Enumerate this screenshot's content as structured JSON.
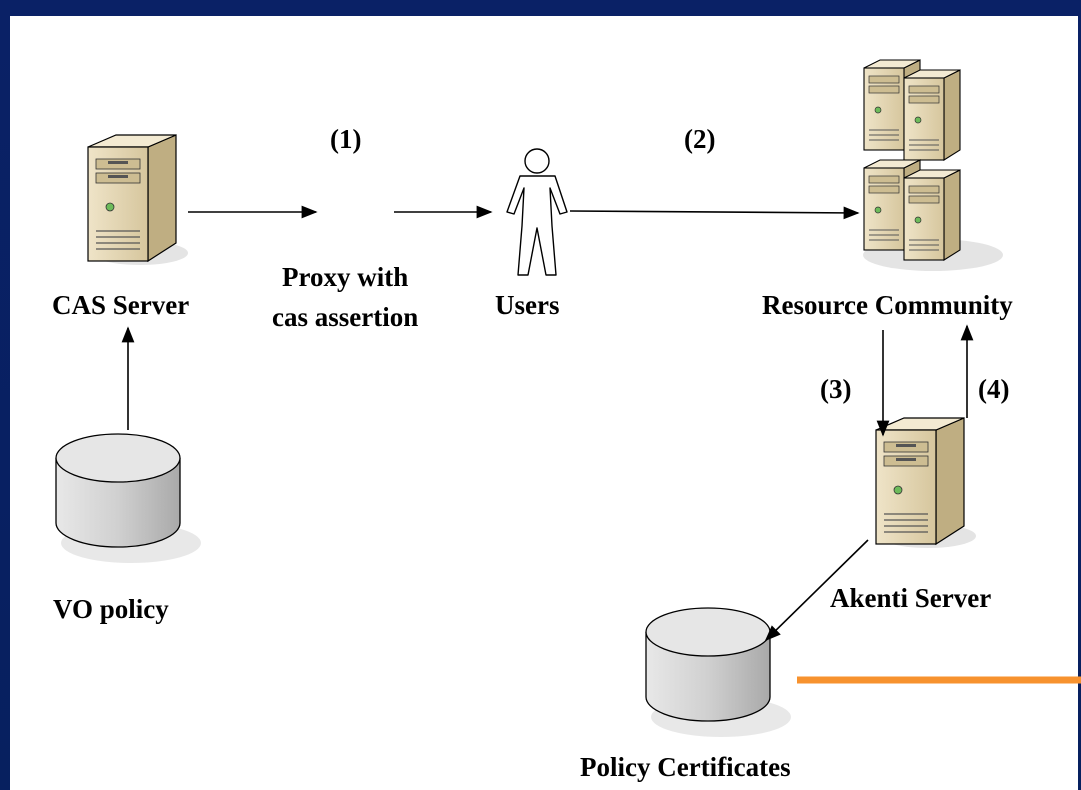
{
  "labels": {
    "step1": "(1)",
    "step2": "(2)",
    "step3": "(3)",
    "step4": "(4)",
    "cas_server": "CAS Server",
    "proxy_line1": "Proxy with",
    "proxy_line2": "cas assertion",
    "users": "Users",
    "resource_community": "Resource Community",
    "vo_policy": "VO policy",
    "akenti_server": "Akenti Server",
    "policy_certificates": "Policy Certificates"
  },
  "colors": {
    "frame": "#0b1f5c",
    "accent_line": "#f7922e",
    "server_body": "#e4d7b5",
    "server_side": "#c9b98f",
    "db_fill": "#dcdcdc"
  },
  "icons": {
    "cas_server": "server-tower-icon",
    "resource_community": "server-cluster-icon",
    "akenti_server": "server-tower-icon",
    "users": "user-figure-icon",
    "vo_policy": "database-cylinder-icon",
    "policy_certificates": "database-cylinder-icon"
  }
}
